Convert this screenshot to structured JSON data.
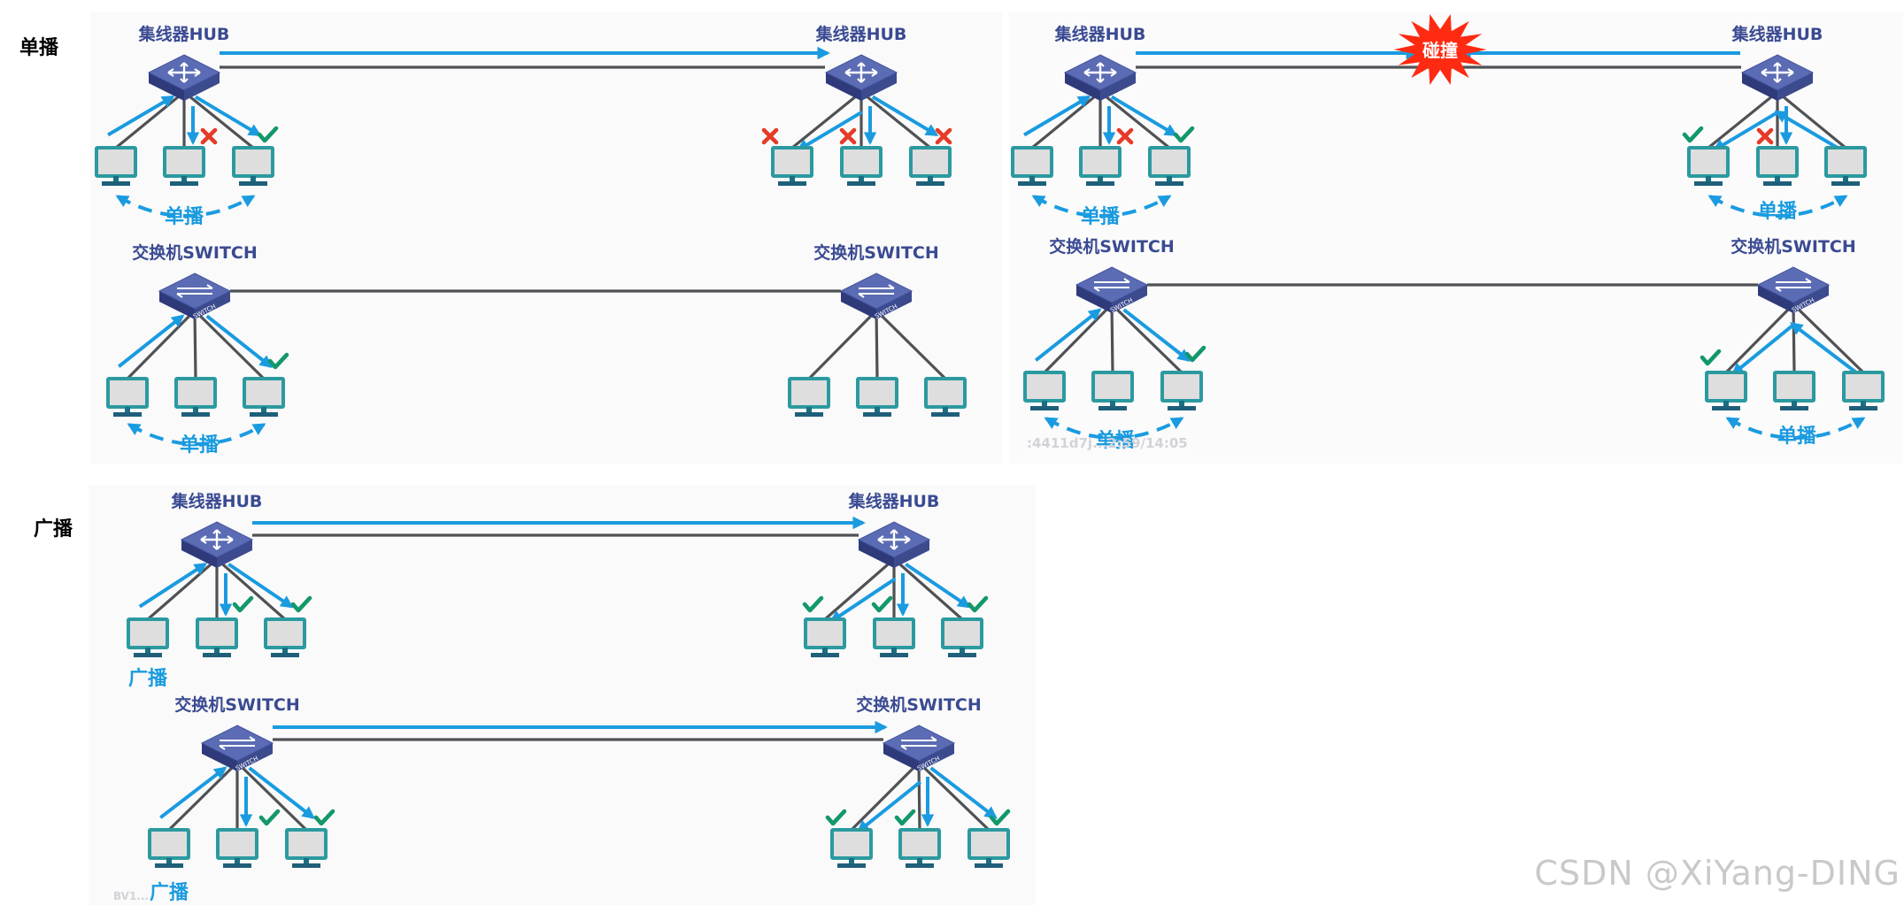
{
  "sections": {
    "unicast": "单播",
    "broadcast": "广播"
  },
  "device_labels": {
    "hub": "集线器HUB",
    "switch": "交换机SWITCH",
    "switch_face": "SWITCH"
  },
  "traffic_labels": {
    "unicast": "单播",
    "broadcast": "广播"
  },
  "collision": "碰撞",
  "overlay_fragments": {
    "timestamp": ":4411d7j...2:59/14:05",
    "bottom_left": "BV1..."
  },
  "watermark": "CSDN @XiYang-DING",
  "colors": {
    "blue": "#1a9be0",
    "line": "#4f5155",
    "device": "#4a5aa0",
    "monitor": "#2b9aa0",
    "check": "#12986a",
    "cross": "#e63a28",
    "collision": "#ff2a12",
    "label": "#3a4a92"
  },
  "icons": {
    "hub": "hub-icon",
    "switch": "switch-icon",
    "pc": "pc-icon",
    "check": "check-icon",
    "cross": "cross-icon",
    "collision": "collision-burst-icon"
  }
}
